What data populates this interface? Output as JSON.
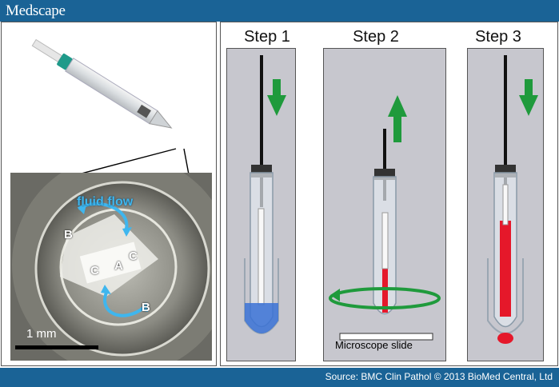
{
  "header": {
    "logo": "Medscape"
  },
  "footer": {
    "source": "Source: BMC Clin Pathol © 2013 BioMed Central, Ltd"
  },
  "photo": {
    "flow_label": "fluid flow",
    "labels": {
      "a": "A",
      "b_top": "B",
      "b_bottom": "B",
      "c_left": "C",
      "c_right": "C"
    },
    "scale_label": "1 mm"
  },
  "steps": [
    {
      "title": "Step 1",
      "arrow": "down"
    },
    {
      "title": "Step 2",
      "arrow": "up",
      "slide_label": "Microscope slide"
    },
    {
      "title": "Step 3",
      "arrow": "down"
    }
  ],
  "colors": {
    "brand": "#1a6396",
    "arrow_green": "#1f9a3c",
    "flow_blue": "#3fb6ee",
    "red_fill": "#e5182a",
    "blue_fill": "#3a72d6"
  }
}
